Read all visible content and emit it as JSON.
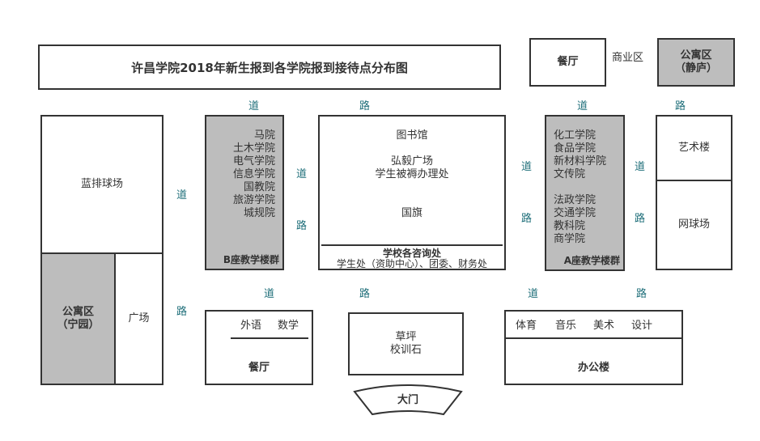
{
  "title": "许昌学院2018年新生报到各学院报到接待点分布图",
  "dining_top": "餐厅",
  "commercial": "商业区",
  "apartment_jinglu": {
    "line1": "公寓区",
    "line2": "（静庐）"
  },
  "road": {
    "dao": "道",
    "lu": "路"
  },
  "volleyball": "蓝排球场",
  "apartment_ningyuan": {
    "line1": "公寓区",
    "line2": "（宁园）"
  },
  "square": "广场",
  "building_b": {
    "items": [
      "马院",
      "土木学院",
      "电气学院",
      "信息学院",
      "国教院",
      "旅游学院",
      "城规院"
    ],
    "name": "B座教学楼群"
  },
  "center_block": {
    "library": "图书馆",
    "plaza": "弘毅广场",
    "bedding": "学生被褥办理处",
    "flag": "国旗",
    "consult_title": "学校各咨询处",
    "consult_detail": "学生处（资助中心）、团委、财务处"
  },
  "building_a": {
    "group1": [
      "化工学院",
      "食品学院",
      "新材料学院",
      "文传院"
    ],
    "group2": [
      "法政学院",
      "交通学院",
      "教科院",
      "商学院"
    ],
    "name": "A座教学楼群"
  },
  "art_building": "艺术楼",
  "tennis": "网球场",
  "foreign_math": {
    "foreign": "外语",
    "math": "数学",
    "dining": "餐厅"
  },
  "lawn": {
    "line1": "草坪",
    "line2": "校训石"
  },
  "office": {
    "pe": "体育",
    "music": "音乐",
    "art": "美术",
    "design": "设计",
    "name": "办公楼"
  },
  "gate": "大门",
  "colors": {
    "gray_fill": "#bdbdbd",
    "road_text": "#1f6f7a",
    "border": "#333333"
  }
}
